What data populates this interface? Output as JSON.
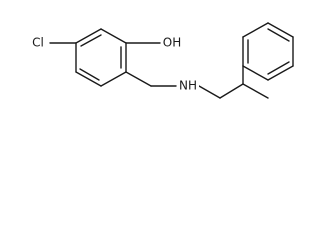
{
  "molecule": {
    "atoms": {
      "chlorine": "Cl",
      "hydroxyl": "OH",
      "amine": "NH"
    }
  }
}
